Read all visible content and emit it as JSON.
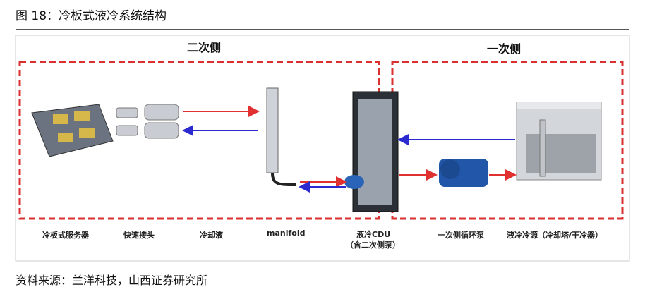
{
  "title": "图 18：冷板式液冷系统结构",
  "source": "资料来源：兰洋科技，山西证券研究所",
  "sides": {
    "secondary": "二次侧",
    "primary": "一次侧"
  },
  "labels": {
    "server": "冷板式服务器",
    "connector": "快速接头",
    "coolant": "冷却液",
    "manifold": "manifold",
    "cdu": "液冷CDU",
    "cdu_sub": "（含二次侧泵）",
    "pump": "一次侧循环泵",
    "source": "液冷冷源（冷却塔/干冷器）"
  },
  "colors": {
    "supply": "#e03030",
    "return": "#2a2ad0",
    "border": "#d93030"
  }
}
